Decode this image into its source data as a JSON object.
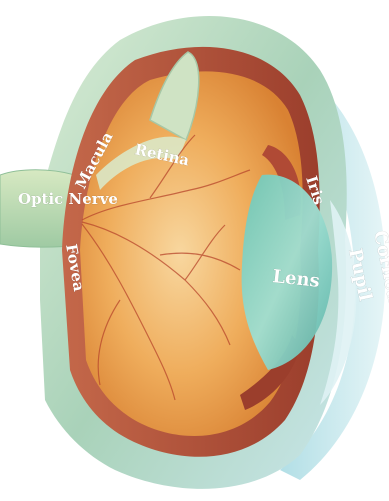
{
  "diagram": {
    "labels": {
      "macula": "Macula",
      "retina": "Retina",
      "optic_nerve": "Optic Nerve",
      "fovea": "Fovea",
      "iris": "Iris",
      "lens": "Lens",
      "pupil": "Pupil",
      "cornea": "Cornea"
    },
    "colors": {
      "vitreous": "#e89a3c",
      "vitreous_light": "#f6c98a",
      "retina_wall": "#b5553a",
      "sclera": "#9cc9a8",
      "outer_shell": "#cfe6e8",
      "cornea": "#bfe3ea",
      "lens": "#7fd0c2",
      "blood_vessel": "#b8472c"
    }
  }
}
